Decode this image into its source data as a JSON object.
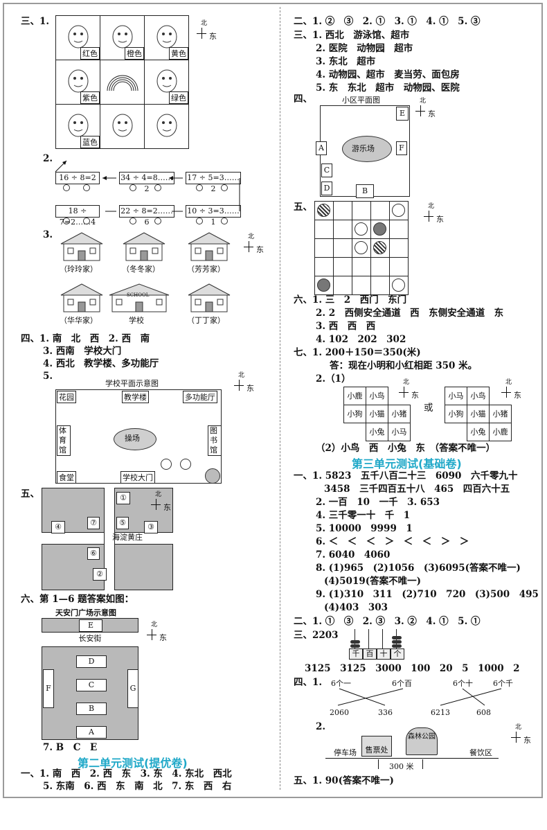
{
  "left": {
    "s3": {
      "num": "三、1.",
      "colors": [
        "红色",
        "橙色",
        "黄色",
        "紫色",
        "",
        "绿色",
        "蓝色",
        "",
        ""
      ]
    },
    "q2": {
      "num": "2.",
      "row1": [
        "16 ÷ 8=2",
        "34 ÷ 4=8……2",
        "17 ÷ 5=3……2"
      ],
      "row2": [
        "18 ÷ 7=2……4",
        "22 ÷ 8=2……6",
        "10 ÷ 3=3……1"
      ]
    },
    "q3": {
      "num": "3.",
      "houses": [
        "（玲玲家）",
        "（冬冬家）",
        "（芳芳家）",
        "（华华家）",
        "学校",
        "（丁丁家）"
      ],
      "school_sign": "SCHOOL"
    },
    "s4": {
      "l1": "四、1. 南　北　西　2. 西　南",
      "l2": "3. 西南　学校大门",
      "l3": "4. 西北　教学楼、多功能厅",
      "l4": "5."
    },
    "map1": {
      "title": "学校平面示意图",
      "labels": [
        "花园",
        "教学楼",
        "多功能厅",
        "体育馆",
        "操场",
        "图书馆",
        "食堂",
        "学校大门"
      ]
    },
    "s5": {
      "num": "五、",
      "labels": [
        "①",
        "④",
        "⑦",
        "⑤",
        "③",
        "海淀黄庄",
        "⑥",
        "②"
      ]
    },
    "s6": {
      "text": "六、第 1—6 题答案如图：",
      "map_title": "天安门广场示意图",
      "labels": [
        "E",
        "长安街",
        "D",
        "C",
        "B",
        "A",
        "F",
        "G"
      ]
    },
    "q7": "7. B　C　E",
    "section2_title": "第二单元测试(提优卷)",
    "s2_1": "一、1. 南　西　2. 西　东　3. 东　4. 东北　西北",
    "s2_2": "5. 东南　6. 西　东　南　北　7. 东　西　右"
  },
  "right": {
    "r1": "二、1. ②　③　2. ①　3. ①　4. ①　5. ③",
    "r3": [
      "三、1. 西北　游泳馆、超市",
      "2. 医院　动物园　超市",
      "3. 东北　超市",
      "4. 动物园、超市　麦当劳、面包房",
      "5. 东　东北　超市　动物园、医院"
    ],
    "r4": {
      "num": "四、",
      "title": "小区平面图",
      "labels": [
        "E",
        "A",
        "游乐场",
        "F",
        "C",
        "D",
        "B"
      ]
    },
    "r5": {
      "num": "五、"
    },
    "r6": [
      "六、1. 三　2　西门　东门",
      "2. 2　西侧安全通道　西　东侧安全通道　东",
      "3. 西　西　西",
      "4. 102　202　302"
    ],
    "r7": [
      "七、1. 200＋150＝350(米)",
      "答：现在小明和小红相距 350 米。",
      "2.（1）"
    ],
    "grid_a": [
      "小鹿",
      "小鸟",
      "",
      "小狗",
      "小猫",
      "小猪",
      "",
      "小兔",
      "小马"
    ],
    "grid_or": "或",
    "grid_b": [
      "小马",
      "小鸟",
      "",
      "小狗",
      "小猫",
      "小猪",
      "",
      "小兔",
      "小鹿"
    ],
    "r7_2": "（2）小鸟　西　小兔　东　（答案不唯一）",
    "section3_title": "第三单元测试(基础卷)",
    "t1": [
      "一、1. 5823　五千八百二十三　6090　六千零九十",
      "3458　三千四百五十八　465　四百六十五",
      "2. 一百　10　一千　3. 653",
      "4. 三千零一十　千　1",
      "5. 10000　9999　1",
      "6. ＜　＜　＜　＞　＜　＜　＞　＞",
      "7. 6040　4060",
      "8. (1)965　(2)1056　(3)6095(答案不唯一)",
      "(4)5019(答案不唯一)",
      "9. (1)310　311　(2)710　720　(3)500　495",
      "(4)403　303"
    ],
    "t2": "二、1. ①　③　2. ③　3. ②　4. ①　5. ①",
    "t3": {
      "num": "三、2203",
      "abacus": [
        "千",
        "百",
        "十",
        "个"
      ],
      "line": "3125　3125　3000　100　20　5　1000　2"
    },
    "t4": {
      "num": "四、1.",
      "top": [
        "6个一",
        "6个百",
        "6个十",
        "6个千"
      ],
      "bottom": [
        "2060",
        "336",
        "6213",
        "608"
      ]
    },
    "t4_2": {
      "num": "2.",
      "labels": [
        "停车场",
        "售票处",
        "森林公园",
        "餐饮区",
        "300 米"
      ]
    },
    "t5": "五、1. 90(答案不唯一)"
  },
  "compass": {
    "north": "北",
    "east": "东"
  }
}
